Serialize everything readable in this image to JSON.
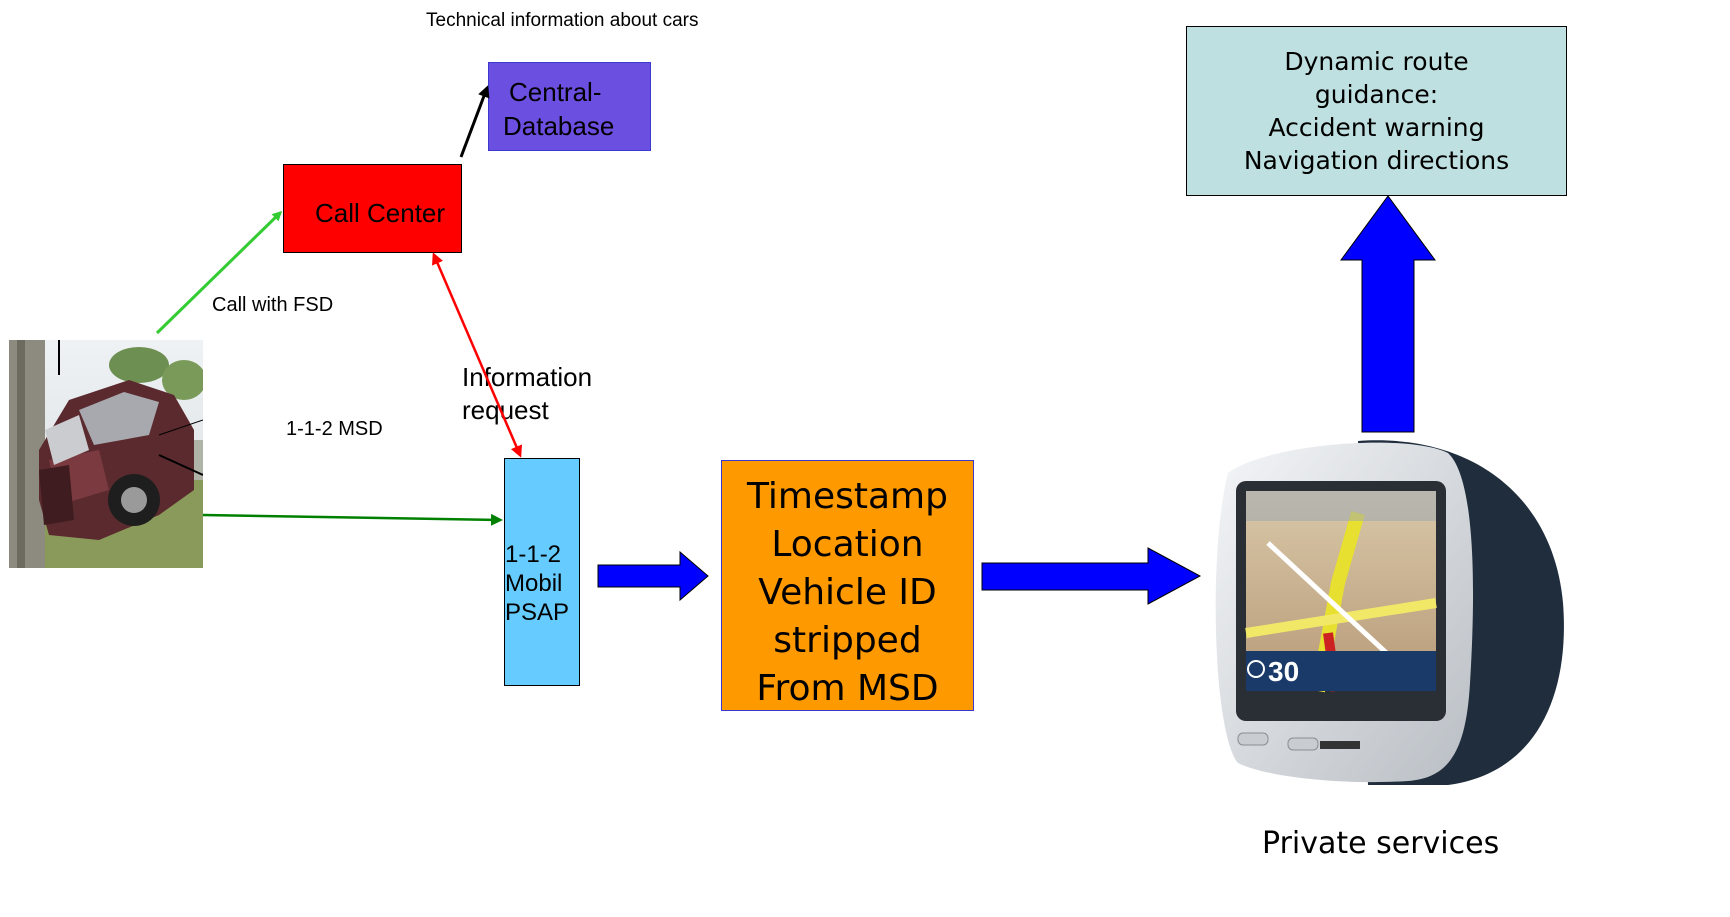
{
  "labels": {
    "technical_info": "Technical information about cars",
    "call_with_fsd": "Call with FSD",
    "msd_112": "1-1-2 MSD",
    "information_request": [
      "Information",
      "request"
    ],
    "private_services": "Private services"
  },
  "boxes": {
    "central_database": {
      "lines": [
        "Central-",
        "Database"
      ],
      "fill": "#6b4fe0"
    },
    "call_center": {
      "text": "Call Center",
      "fill": "#ff0000"
    },
    "psap": {
      "lines": [
        "1-1-2",
        "Mobil",
        "PSAP"
      ],
      "fill": "#66ccff"
    },
    "msd_data": {
      "lines": [
        "Timestamp",
        "Location",
        "Vehicle ID",
        "stripped",
        "From MSD"
      ],
      "fill": "#ff9900"
    },
    "route_guidance": {
      "lines": [
        "Dynamic route",
        "guidance:",
        "Accident warning",
        "Navigation directions"
      ],
      "fill": "#bfe0e0"
    }
  },
  "images": {
    "crashed_car": "crashed-car-photo",
    "navigation_device": "gps-navigation-device"
  },
  "colors": {
    "green_light": "#33cc33",
    "green_dark": "#008000",
    "red_arrow": "#ff0000",
    "blue_arrow": "#0000ff",
    "black_arrow": "#000000"
  }
}
